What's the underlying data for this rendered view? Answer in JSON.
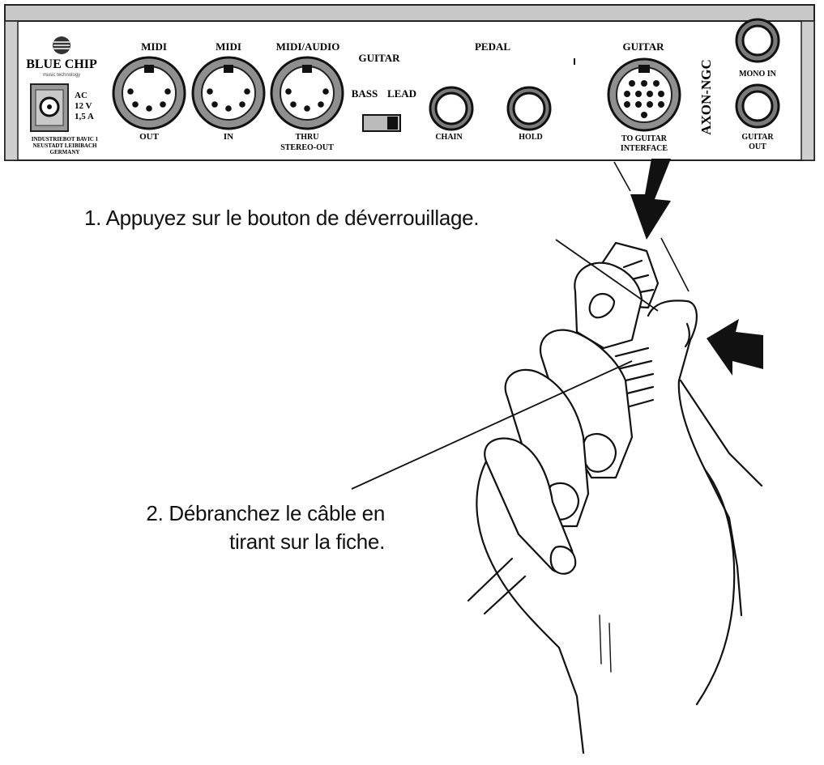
{
  "device": {
    "brand": "BLUE CHIP",
    "brand_sub": "music technology",
    "power": {
      "line1": "AC",
      "line2": "12 V",
      "line3": "1,5 A"
    },
    "made_in": {
      "line1": "INDUSTRIEBOT BAVIC 1",
      "line2": "NEUSTADT LEIBIBACH",
      "line3": "GERMANY"
    },
    "ports": {
      "midi_out": {
        "top": "MIDI",
        "bottom": "OUT"
      },
      "midi_in": {
        "top": "MIDI",
        "bottom": "IN"
      },
      "midi_thru": {
        "top": "MIDI/AUDIO",
        "bottom1": "THRU",
        "bottom2": "STEREO-OUT"
      },
      "guitar_switch": {
        "title": "GUITAR",
        "left": "BASS",
        "right": "LEAD"
      },
      "pedal": {
        "title": "PEDAL",
        "chain": "CHAIN",
        "hold": "HOLD"
      },
      "guitar_connector": {
        "top": "GUITAR",
        "bottom1": "TO GUITAR",
        "bottom2": "INTERFACE"
      },
      "model": "AXON-NGC",
      "mono_in": "MONO IN",
      "guitar_out": {
        "line1": "GUITAR",
        "line2": "OUT"
      }
    }
  },
  "steps": {
    "step1": "1. Appuyez sur le bouton de déverrouillage.",
    "step2_line1": "2. Débranchez le câble en",
    "step2_line2": "tirant sur la fiche."
  }
}
